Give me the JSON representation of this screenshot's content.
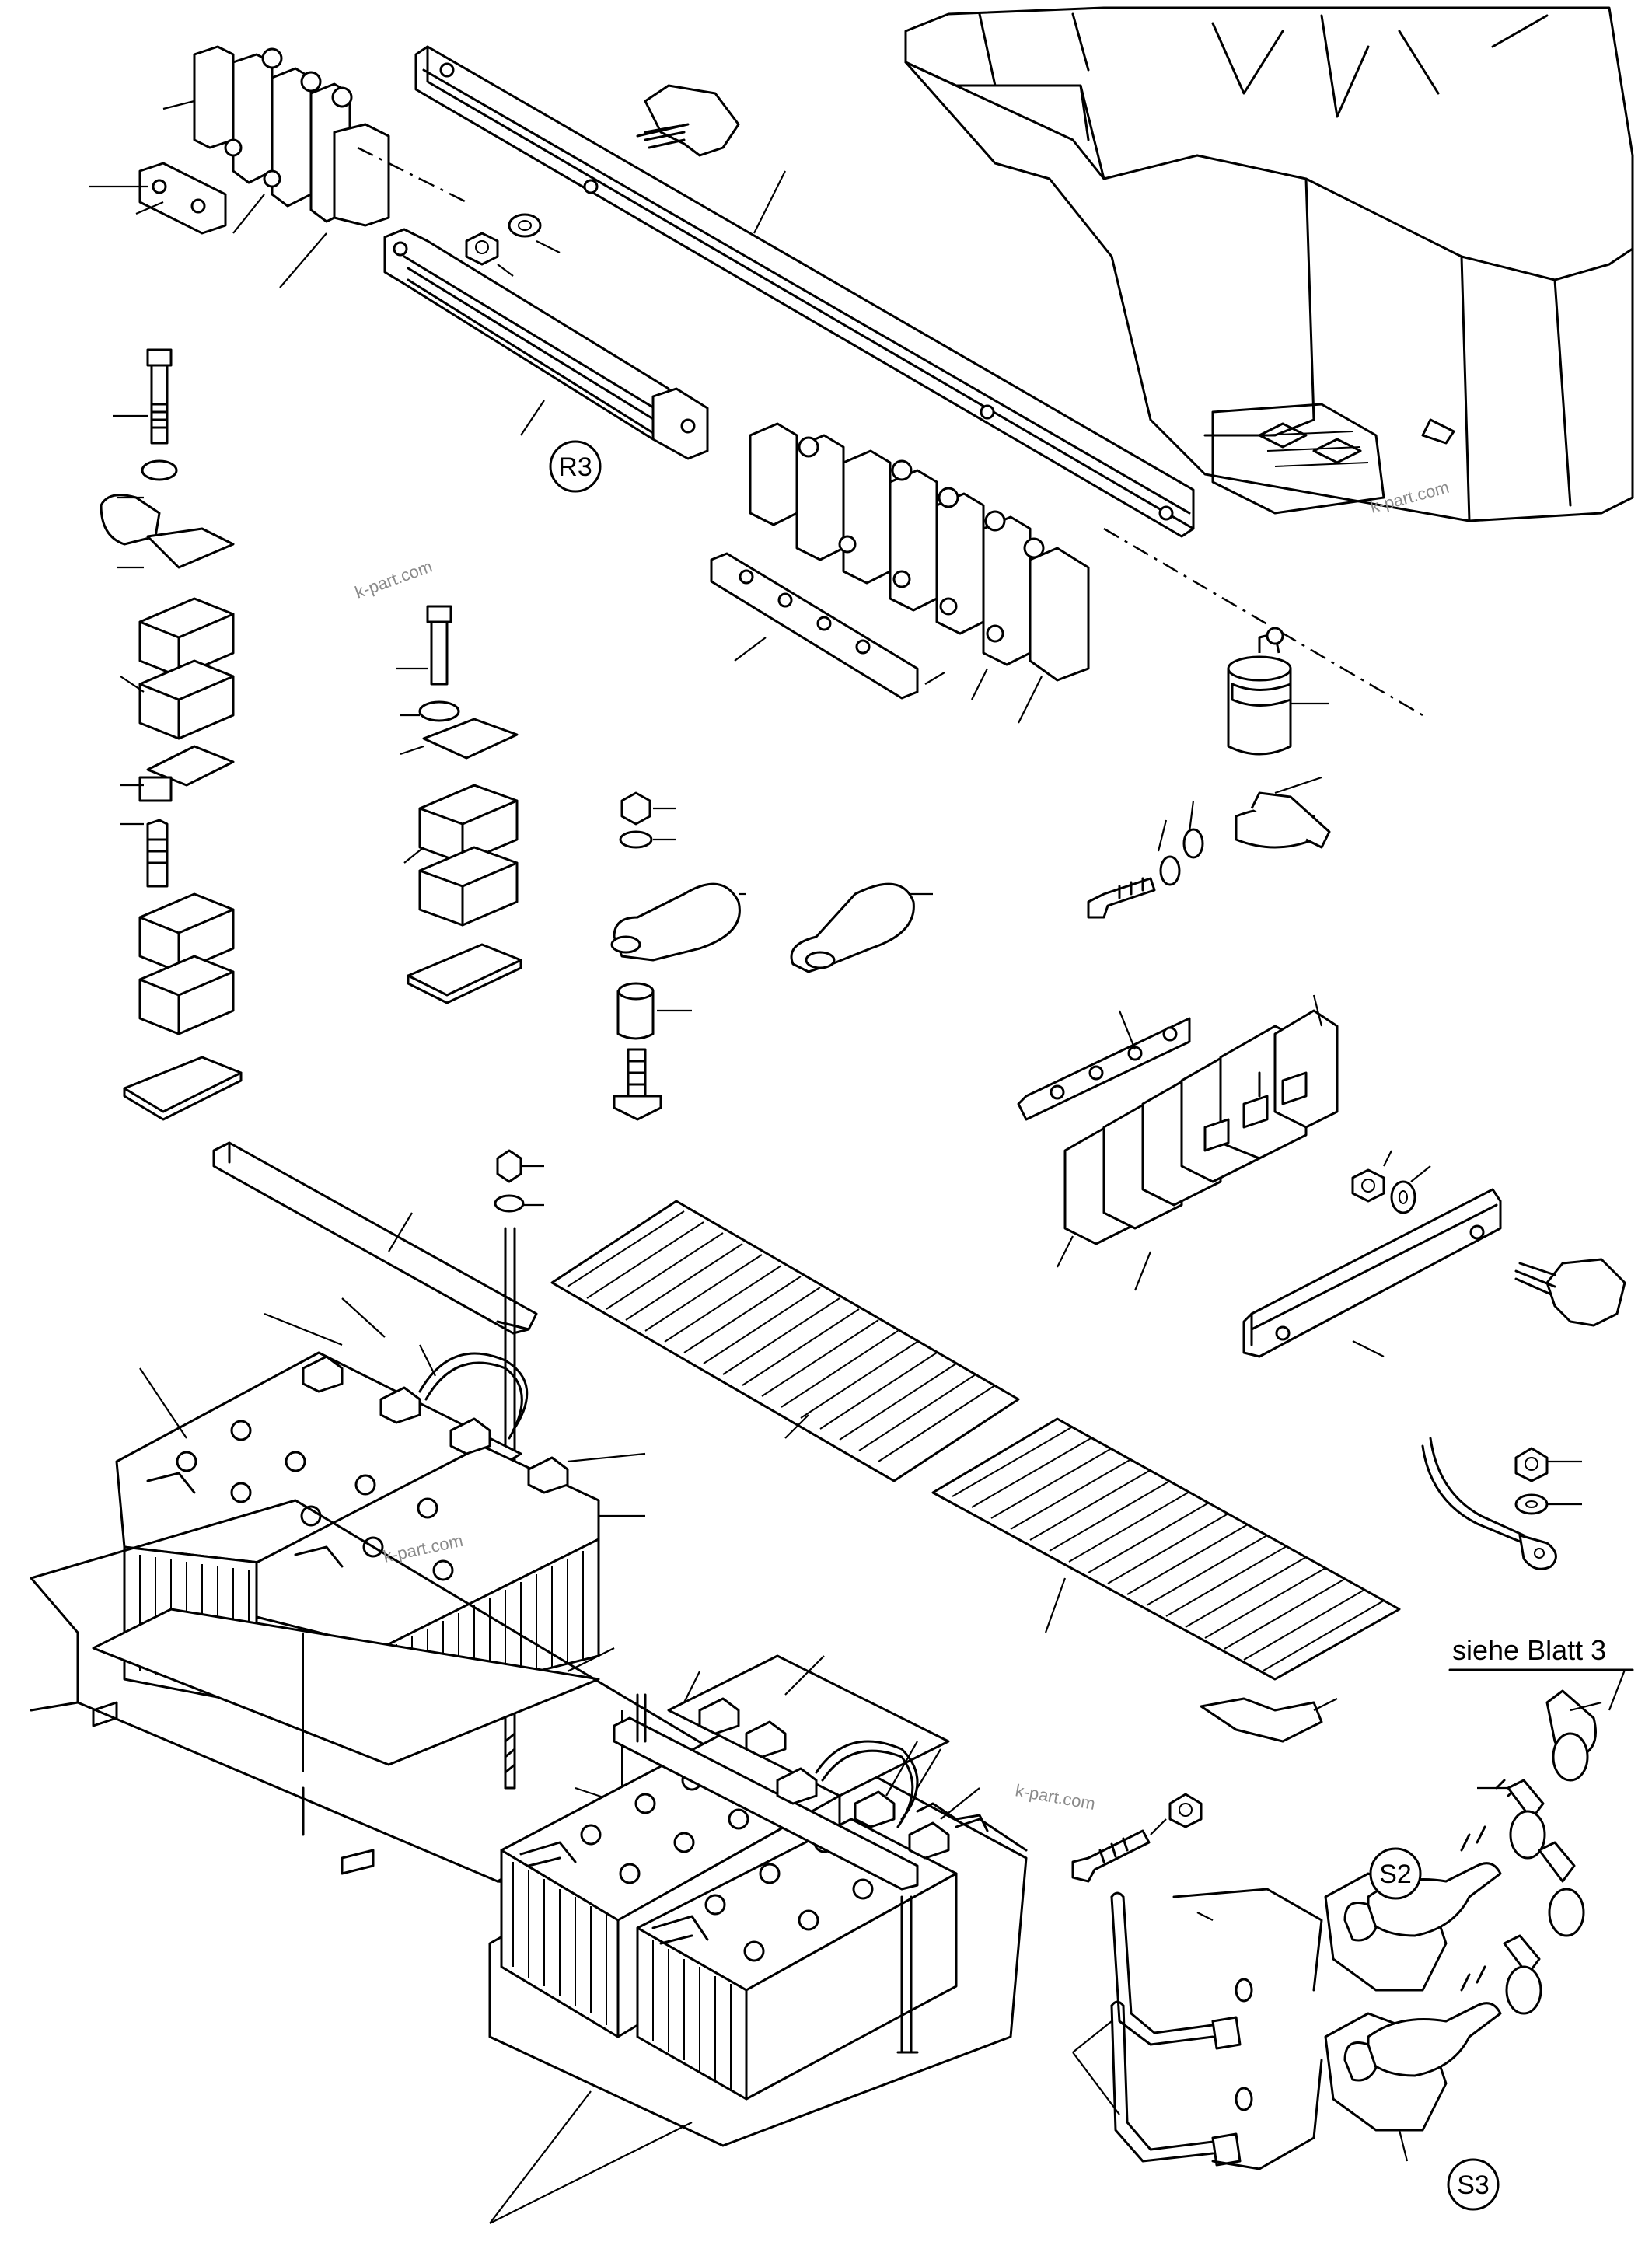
{
  "diagram": {
    "type": "exploded parts diagram",
    "callouts": {
      "r3": "R3",
      "s2": "S2",
      "s3": "S3",
      "reference": "siehe Blatt 3"
    },
    "watermarks": [
      "k-part.com",
      "k-part.com",
      "k-part.com",
      "k-part.com"
    ],
    "parts": [
      "relay-block-upper",
      "mounting-rail",
      "thumb-screw",
      "busbar-r3",
      "relay-block-middle",
      "connector-bar",
      "solenoid-relay",
      "mounting-clamp",
      "bolt-clamp-stack-left",
      "bolt-clamp-stack-middle",
      "cable-clamp",
      "spacer-sleeve",
      "fuse-block",
      "ground-cable",
      "battery-hold-down",
      "battery-pair-upper",
      "battery-pair-lower",
      "battery-mat",
      "battery-tray",
      "starter-solenoid-s2",
      "starter-solenoid-s3",
      "battery-cables",
      "terminal-caps"
    ]
  }
}
